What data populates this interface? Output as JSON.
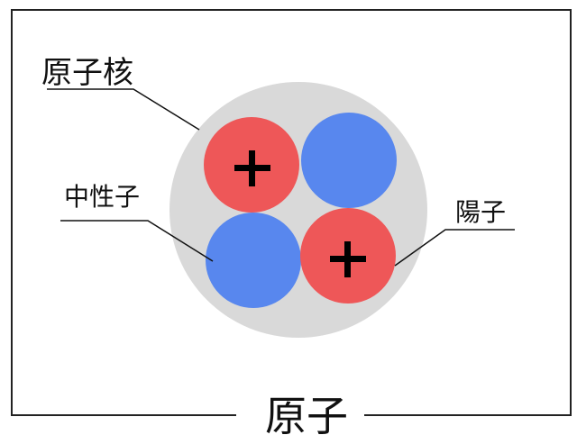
{
  "title": "原子",
  "labels": {
    "nucleus": "原子核",
    "neutron": "中性子",
    "proton": "陽子"
  },
  "proton_symbol": "+",
  "colors": {
    "nucleus": "#d9d9d9",
    "proton": "#ee5758",
    "neutron": "#5887ee",
    "line": "#111111"
  }
}
